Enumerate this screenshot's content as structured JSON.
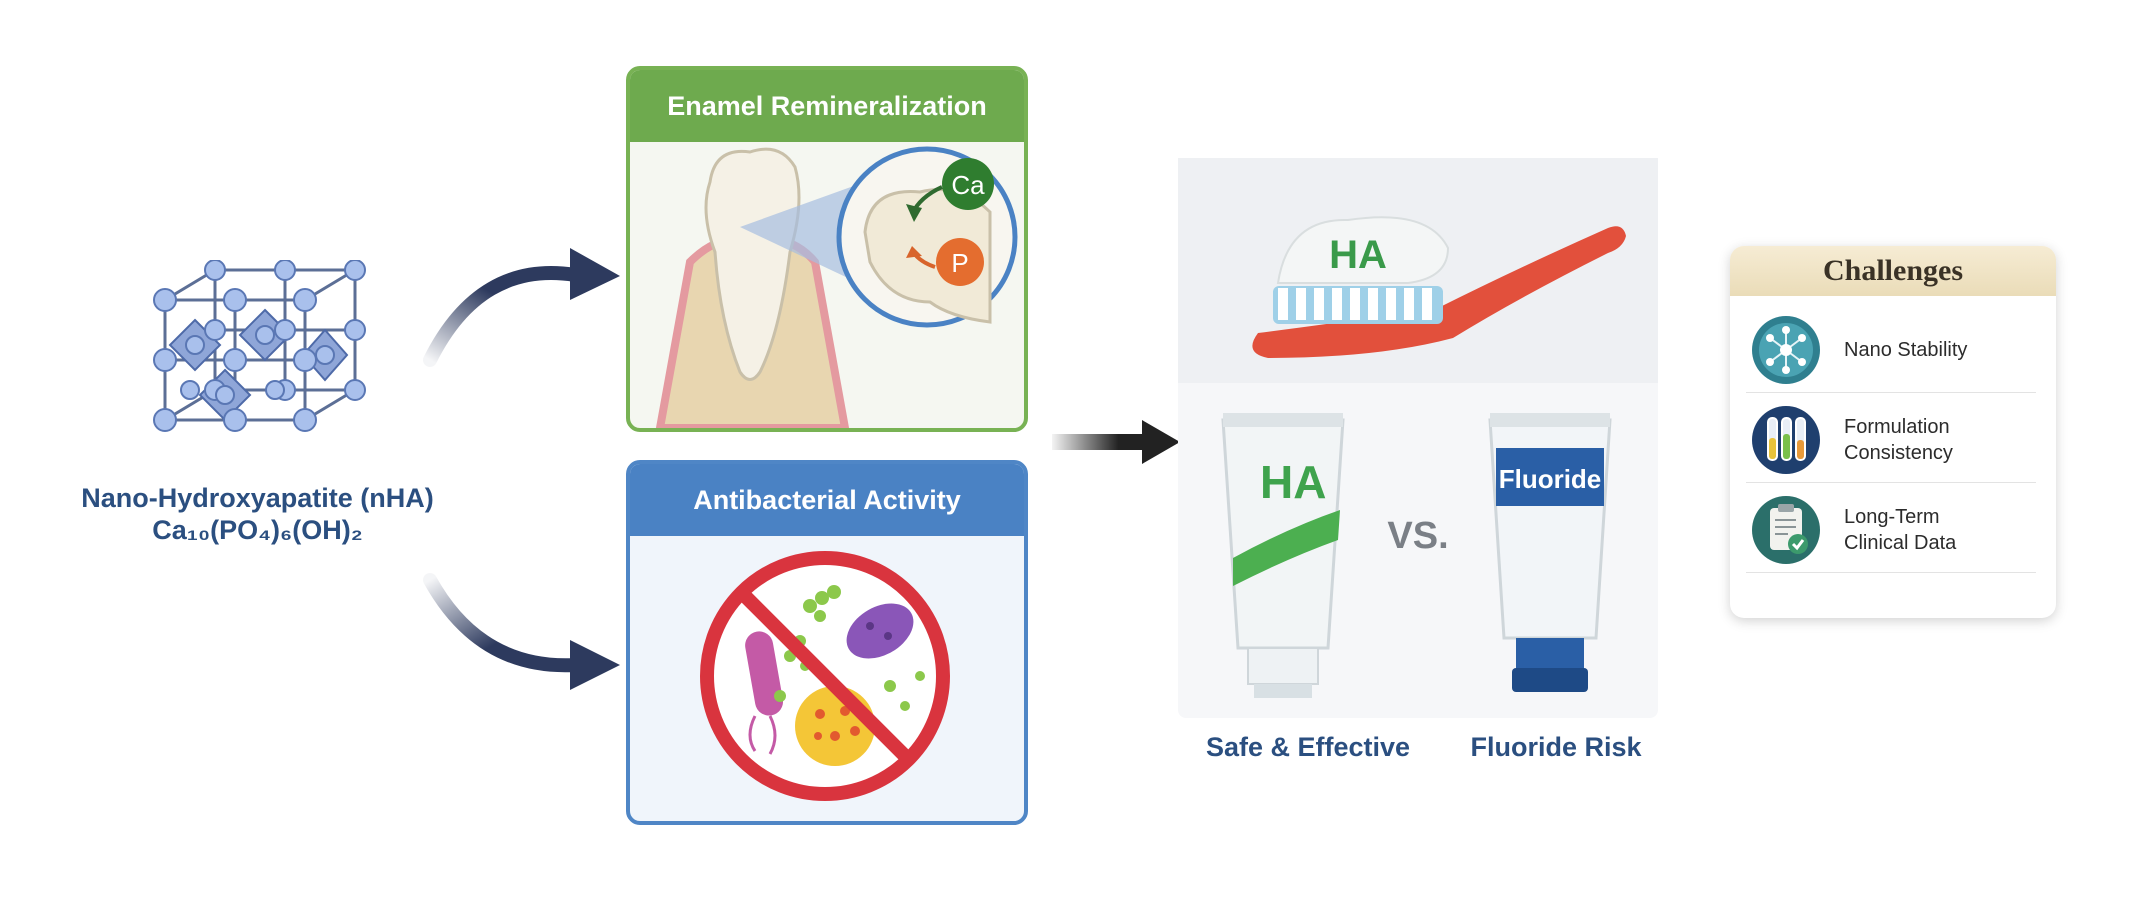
{
  "molecule": {
    "name": "Nano-Hydroxyapatite (nHA)",
    "formula": "Ca₁₀(PO₄)₆(OH)₂"
  },
  "panels": {
    "enamel": {
      "title": "Enamel Remineralization",
      "ion_ca": "Ca",
      "ion_p": "P"
    },
    "antibacterial": {
      "title": "Antibacterial Activity"
    }
  },
  "products": {
    "toothbrush_paste_text": "HA",
    "tube_ha_text": "HA",
    "vs": "VS.",
    "tube_fluoride_text": "Fluoride",
    "safe_label": "Safe & Effective",
    "risk_label": "Fluoride Risk"
  },
  "challenges": {
    "title": "Challenges",
    "items": [
      {
        "label": "Nano Stability",
        "icon": "nanoparticle-icon"
      },
      {
        "label": "Formulation\nConsistency",
        "icon": "test-tubes-icon"
      },
      {
        "label": "Long-Term\nClinical Data",
        "icon": "clipboard-check-icon"
      }
    ]
  },
  "colors": {
    "title_blue": "#2b4f80",
    "enamel_green": "#6eaa4e",
    "antibacterial_blue": "#4a82c4",
    "arrow_navy": "#2d3a5e"
  }
}
